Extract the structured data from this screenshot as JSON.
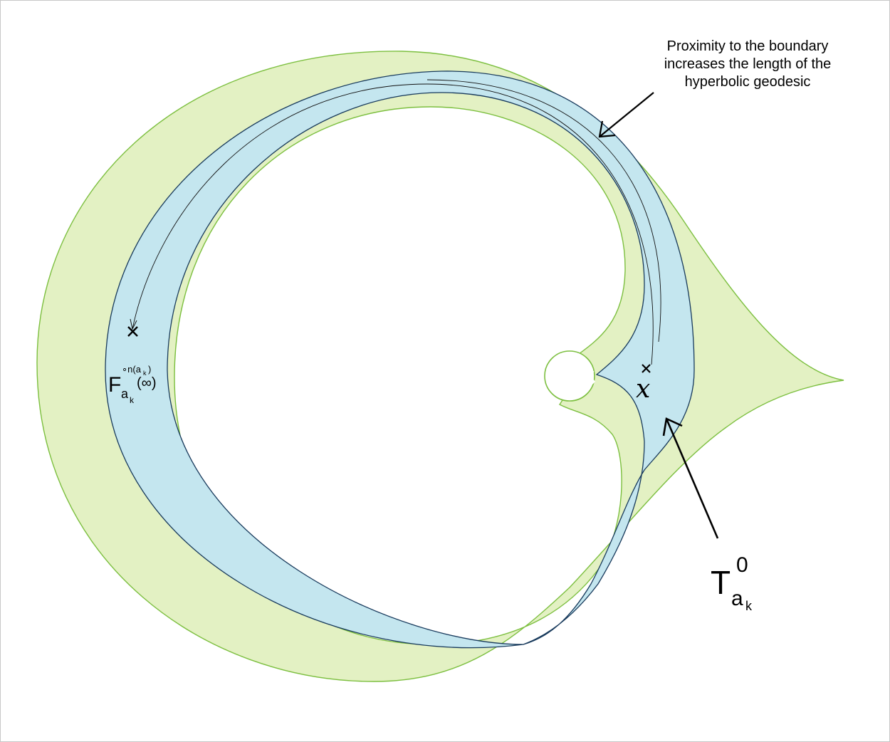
{
  "annotation": {
    "line1": "Proximity to the boundary",
    "line2": "increases the length of the",
    "line3": "hyperbolic geodesic"
  },
  "point_x": {
    "label": "x"
  },
  "point_f": {
    "base": "F",
    "sub": "a",
    "subsub": "k",
    "sup": "∘n(a",
    "sup_sub": "k",
    "sup_close": ")",
    "arg": "(∞)"
  },
  "region_t": {
    "base": "T",
    "sup": "0",
    "sub": "a",
    "subsub": "k"
  },
  "colors": {
    "outer_fill": "#e3f1c3",
    "outer_stroke": "#7cbf3f",
    "band_fill": "#c4e6ef",
    "band_stroke": "#183a5c",
    "frame": "#c8c8c8"
  },
  "icons": [
    "cross-marker-icon",
    "arrow-icon"
  ]
}
